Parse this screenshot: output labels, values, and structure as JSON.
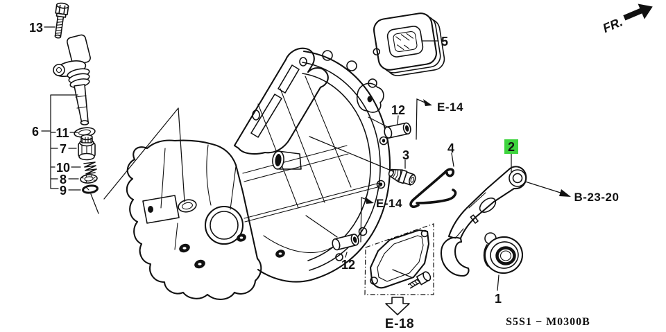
{
  "colors": {
    "line": "#111111",
    "background": "#ffffff",
    "highlight_bg": "#3ed43e",
    "highlight_text": "#0b5e0b"
  },
  "direction_indicator": {
    "label": "FR."
  },
  "diagram_code": "S5S1 − M0300B",
  "parts": {
    "p1": "1",
    "p2": "2",
    "p3": "3",
    "p4": "4",
    "p5": "5",
    "p6": "6",
    "p7": "7",
    "p8": "8",
    "p9": "9",
    "p10": "10",
    "p11": "11",
    "p12a": "12",
    "p12b": "12",
    "p13": "13"
  },
  "refs": {
    "e14_upper": "E-14",
    "e14_lower": "E-14",
    "b23_20": "B-23-20",
    "e18": "E-18"
  }
}
